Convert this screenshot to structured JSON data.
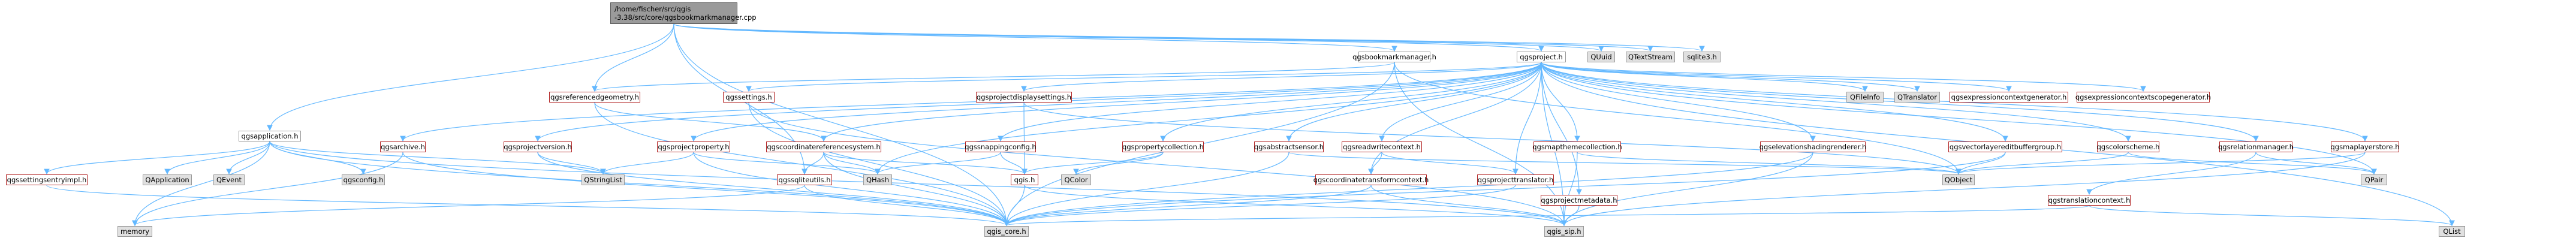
{
  "root": {
    "line1": "/home/fischer/src/qgis",
    "line2": "-3.38/src/core/qgsbookmarkmanager.cpp"
  },
  "nodes": {
    "qgsbookmarkmanager_h": "qgsbookmarkmanager.h",
    "qgsproject_h": "qgsproject.h",
    "QUuid": "QUuid",
    "QTextStream": "QTextStream",
    "sqlite3_h": "sqlite3.h",
    "qgsapplication_h": "qgsapplication.h",
    "qgsreferencedgeometry_h": "qgsreferencedgeometry.h",
    "qgssettings_h": "qgssettings.h",
    "qgsprojectdisplaysettings_h": "qgsprojectdisplaysettings.h",
    "QFileInfo": "QFileInfo",
    "QTranslator": "QTranslator",
    "qgsexpressioncontextgenerator_h": "qgsexpressioncontextgenerator.h",
    "qgsexpressioncontextscopegenerator_h": "qgsexpressioncontextscopegenerator.h",
    "qgsarchive_h": "qgsarchive.h",
    "qgsprojectversion_h": "qgsprojectversion.h",
    "qgsprojectproperty_h": "qgsprojectproperty.h",
    "qgscoordinatereferencesystem_h": "qgscoordinatereferencesystem.h",
    "qgssnappingconfig_h": "qgssnappingconfig.h",
    "qgspropertycollection_h": "qgspropertycollection.h",
    "qgsabstractsensor_h": "qgsabstractsensor.h",
    "qgsreadwritecontext_h": "qgsreadwritecontext.h",
    "qgsmapthemecollection_h": "qgsmapthemecollection.h",
    "qgselevationshadingrenderer_h": "qgselevationshadingrenderer.h",
    "qgsvectorlayereditbuffergroup_h": "qgsvectorlayereditbuffergroup.h",
    "qgscolorscheme_h": "qgscolorscheme.h",
    "qgsrelationmanager_h": "qgsrelationmanager.h",
    "qgsmaplayerstore_h": "qgsmaplayerstore.h",
    "qgssettingsentryimpl_h": "qgssettingsentryimpl.h",
    "QApplication": "QApplication",
    "QEvent": "QEvent",
    "qgsconfig_h": "qgsconfig.h",
    "QStringList": "QStringList",
    "qgssqliteutils_h": "qgssqliteutils.h",
    "QHash": "QHash",
    "qgis_h": "qgis.h",
    "QColor": "QColor",
    "qgscoordinatetransformcontext_h": "qgscoordinatetransformcontext.h",
    "qgsprojecttranslator_h": "qgsprojecttranslator.h",
    "qgsprojectmetadata_h": "qgsprojectmetadata.h",
    "QObject": "QObject",
    "qgstranslationcontext_h": "qgstranslationcontext.h",
    "QPair": "QPair",
    "memory": "memory",
    "qgis_core_h": "qgis_core.h",
    "qgis_sip_h": "qgis_sip.h",
    "QList": "QList"
  },
  "colors": {
    "edge": "#63b8ff",
    "root_fill": "#9a9a9a",
    "red_border": "#b22222",
    "grey_fill": "#e0e0e0"
  }
}
